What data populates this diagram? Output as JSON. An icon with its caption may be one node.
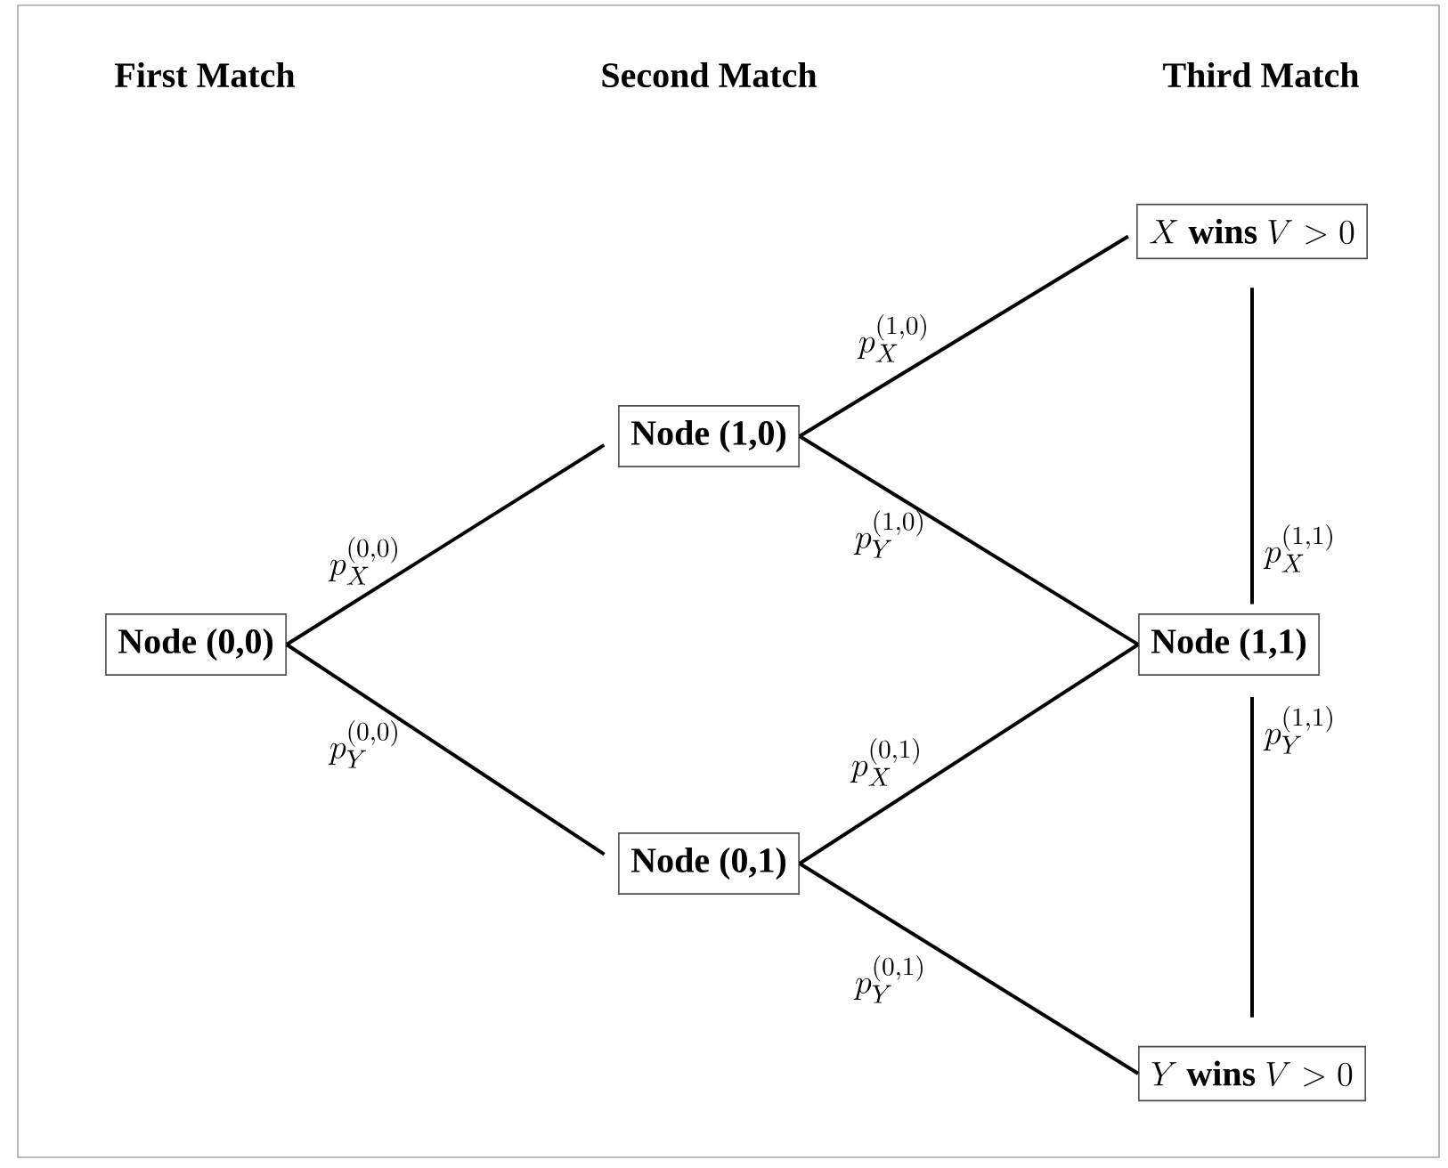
{
  "diagram": {
    "nodes": [
      {
        "text": [
          "Node (0,0)"
        ]
      },
      {
        "text": [
          "Node (1,0)"
        ]
      },
      {
        "text": [
          "Node (0,1)"
        ]
      },
      {
        "text": [
          "X\\ \\textbf{wins}\\ V > 0"
        ]
      },
      {
        "text": [
          "Node (1,1)"
        ]
      },
      {
        "text": [
          "Y\\ \\textbf{wins}\\ V > 0"
        ]
      }
    ],
    "edges": [
      {
        "from": 0,
        "to": 1,
        "arrow": "none",
        "label": "p_X^{(0,0)}"
      },
      {
        "from": 0,
        "to": 2,
        "arrow": "none",
        "label": "p_Y^{(0,0)}"
      },
      {
        "from": 1,
        "to": 3,
        "arrow": "none",
        "label": "p_X^{(1,0)}"
      },
      {
        "from": 1,
        "to": 4,
        "arrow": "none",
        "label": "p_Y^{(1,0)}"
      },
      {
        "from": 2,
        "to": 4,
        "arrow": "none",
        "label": "p_X^{(0,1)}"
      },
      {
        "from": 2,
        "to": 5,
        "arrow": "none",
        "label": "p_Y^{(0,1)}"
      },
      {
        "from": 4,
        "to": 3,
        "arrow": "none",
        "label": "p_X^{(1,1)}"
      },
      {
        "from": 4,
        "to": 5,
        "arrow": "none",
        "label": "p_Y^{(1,1)}"
      }
    ],
    "labels": [
      "First Match",
      "Second Match",
      "Third Match"
    ]
  }
}
